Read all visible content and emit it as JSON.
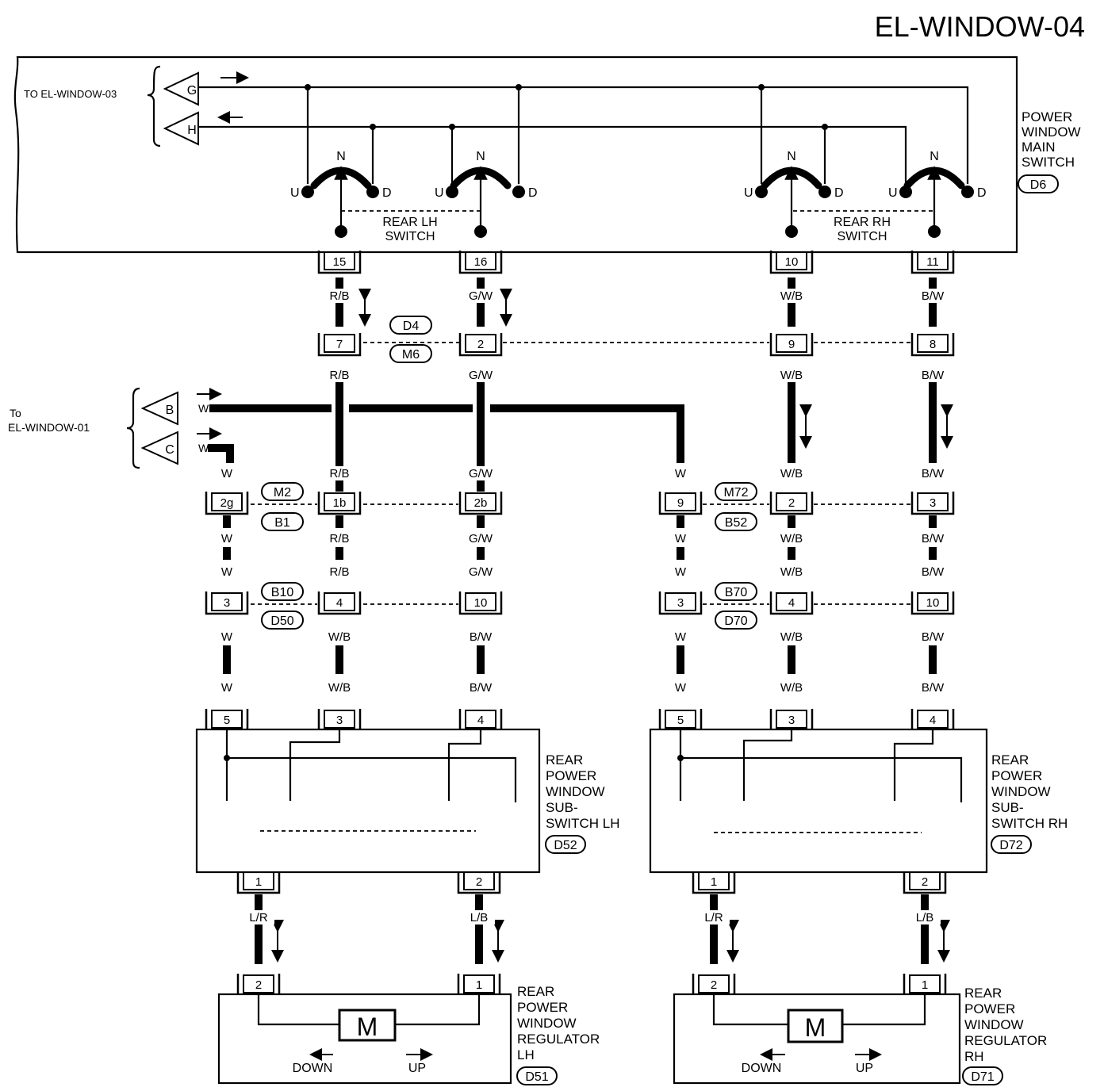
{
  "page_title": "EL-WINDOW-04",
  "refs": {
    "to_03": "TO EL-WINDOW-03",
    "to_01_line1": "To",
    "to_01_line2": "EL-WINDOW-01",
    "G": "G",
    "H": "H",
    "B": "B",
    "C": "C"
  },
  "switch_letters": {
    "N": "N",
    "U": "U",
    "D": "D"
  },
  "main_switch": {
    "label": [
      "POWER",
      "WINDOW",
      "MAIN",
      "SWITCH"
    ],
    "connector": "D6",
    "rear_lh": [
      "REAR LH",
      "SWITCH"
    ],
    "rear_rh": [
      "REAR RH",
      "SWITCH"
    ],
    "pins": [
      "15",
      "16",
      "10",
      "11"
    ]
  },
  "joint_connectors": {
    "top": [
      "D4",
      "M6"
    ],
    "lh_mid": [
      "M2",
      "B1"
    ],
    "rh_mid": [
      "M72",
      "B52"
    ],
    "lh_low": [
      "B10",
      "D50"
    ],
    "rh_low": [
      "B70",
      "D70"
    ]
  },
  "pins": {
    "row1": [
      "7",
      "2",
      "9",
      "8"
    ],
    "row2_lh": [
      "2g",
      "1b",
      "2b"
    ],
    "row2_rh": [
      "9",
      "2",
      "3"
    ],
    "row3_lh": [
      "3",
      "4",
      "10"
    ],
    "row3_rh": [
      "3",
      "4",
      "10"
    ],
    "sub_lh": [
      "5",
      "3",
      "4"
    ],
    "sub_rh": [
      "5",
      "3",
      "4"
    ],
    "sub_out_lh": [
      "1",
      "2"
    ],
    "sub_out_rh": [
      "1",
      "2"
    ],
    "motor_lh": [
      "2",
      "1"
    ],
    "motor_rh": [
      "2",
      "1"
    ]
  },
  "wire_colors": {
    "RB": "R/B",
    "GW": "G/W",
    "WB": "W/B",
    "BW": "B/W",
    "W": "W",
    "LR": "L/R",
    "LB": "L/B"
  },
  "sub_switch_lh": {
    "label": [
      "REAR",
      "POWER",
      "WINDOW",
      "SUB-",
      "SWITCH LH"
    ],
    "connector": "D52"
  },
  "sub_switch_rh": {
    "label": [
      "REAR",
      "POWER",
      "WINDOW",
      "SUB-",
      "SWITCH RH"
    ],
    "connector": "D72"
  },
  "regulator_lh": {
    "label": [
      "REAR",
      "POWER",
      "WINDOW",
      "REGULATOR",
      "LH"
    ],
    "connector": "D51",
    "motor": "M",
    "down": "DOWN",
    "up": "UP"
  },
  "regulator_rh": {
    "label": [
      "REAR",
      "POWER",
      "WINDOW",
      "REGULATOR",
      "RH"
    ],
    "connector": "D71",
    "motor": "M",
    "down": "DOWN",
    "up": "UP"
  }
}
